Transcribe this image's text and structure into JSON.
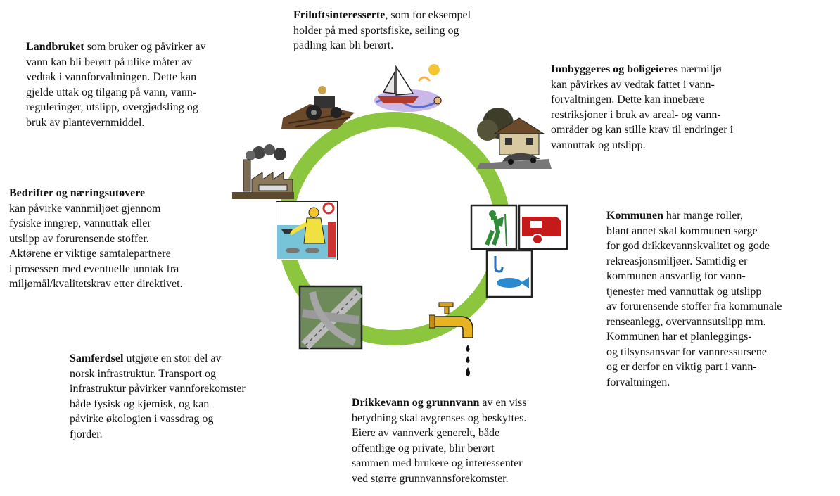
{
  "colors": {
    "ring": "#8cc63f",
    "text": "#111111"
  },
  "illustrations": [
    {
      "name": "sailboat-fishing-clipart"
    },
    {
      "name": "tractor-farmer-clipart"
    },
    {
      "name": "house-car-clipart"
    },
    {
      "name": "factory-smokestack-clipart"
    },
    {
      "name": "worker-fish-clipart"
    },
    {
      "name": "hiker-camper-fish-clipart"
    },
    {
      "name": "highway-interchange-clipart"
    },
    {
      "name": "water-tap-clipart"
    }
  ],
  "blocks": {
    "friluft": {
      "title": "Friluftsinteresserte",
      "text": ", som for eksempel\nholder på med sportsfiske, seiling og\npadling kan bli berørt."
    },
    "landbruk": {
      "title": "Landbruket",
      "text": " som bruker og påvirker av\nvann kan bli berørt på ulike måter av\nvedtak i vannforvaltningen. Dette kan\ngjelde uttak og tilgang på vann, vann-\nreguleringer, utslipp, overgjødsling og\nbruk av plantevernmiddel."
    },
    "innbyggere": {
      "title": "Innbyggeres og boligeieres",
      "text": " nærmiljø\nkan påvirkes av vedtak fattet i vann-\nforvaltningen. Dette kan innebære\nrestriksjoner i bruk av areal- og vann-\nområder og kan stille krav til endringer i\nvannuttak og utslipp."
    },
    "bedrifter": {
      "title": "Bedrifter og næringsutøvere",
      "text": "\nkan påvirke vannmiljøet gjennom\nfysiske inngrep, vannuttak eller\nutslipp av forurensende stoffer.\nAktørene er viktige samtalepartnere\ni prosessen med eventuelle unntak fra\nmiljømål/kvalitetskrav etter direktivet."
    },
    "kommunen": {
      "title": "Kommunen",
      "text": " har mange roller,\nblant annet skal kommunen sørge\nfor god drikkevannskvalitet og gode\nrekreasjonsmiljøer. Samtidig er\nkommunen ansvarlig for vann-\ntjenester med vannuttak og utslipp\nav forurensende stoffer fra kommunale\nrenseanlegg, overvannsutslipp mm.\nKommunen har et planleggings-\nog tilsynsansvar for vannressursene\nog er derfor en viktig part i vann-\nforvaltningen."
    },
    "samferdsel": {
      "title": "Samferdsel",
      "text": " utgjøre en stor del av\nnorsk infrastruktur. Transport og\ninfrastruktur påvirker vannforekomster\nbåde fysisk og kjemisk, og kan\npåvirke økologien i vassdrag og\nfjorder."
    },
    "drikkevann": {
      "title": "Drikkevann og grunnvann",
      "text": " av en viss\nbetydning skal avgrenses og beskyttes.\nEiere av vannverk generelt, både\noffentlige og private, blir berørt\nsammen med brukere og interessenter\nved større grunnvannsforekomster."
    }
  }
}
